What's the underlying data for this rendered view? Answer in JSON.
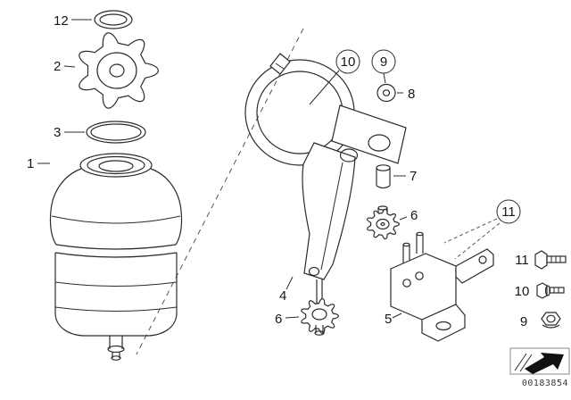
{
  "fig": {
    "callouts": {
      "c12": "12",
      "c2": "2",
      "c3": "3",
      "c1": "1",
      "c10": "10",
      "c9": "9",
      "c8": "8",
      "c7": "7",
      "c6a": "6",
      "c4": "4",
      "c6b": "6",
      "c5": "5",
      "c11": "11"
    },
    "legend": {
      "r11": "11",
      "r10": "10",
      "r9": "9"
    },
    "stamp_code": "00183854",
    "colors": {
      "line": "#2b2b2b",
      "label": "#151515",
      "code": "#3a3a3a"
    },
    "icons": {
      "legend_row_11": "hex-bolt-icon",
      "legend_row_10": "hex-screw-icon",
      "legend_row_9": "flange-nut-icon",
      "stamp": "direction-arrow-icon"
    }
  }
}
